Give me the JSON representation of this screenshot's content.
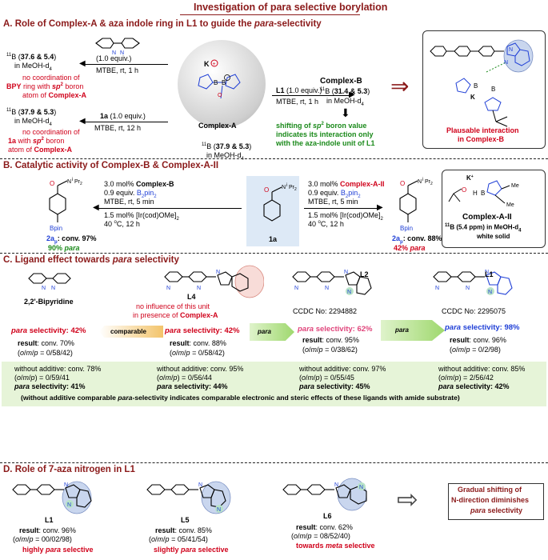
{
  "header": {
    "title": "Investigation of para selective borylation"
  },
  "sectionA": {
    "title": "A. Role of Complex-A & aza indole ring in L1 to guide the para-selectivity",
    "bpy_equiv": "(1.0 equiv.)",
    "cond1": "MTBE, rt, 1 h",
    "nmr1_a": "11B (",
    "nmr1_b": "37.6 & 5.4",
    "nmr1_c": ")",
    "nmr1_solvent": "in  MeOH-d4",
    "note1": [
      "no coordination of",
      "BPY ring with sp2 boron",
      "atom of Complex-A"
    ],
    "nmr2_b": "37.9 & 5.3",
    "nmr2_solvent": "in  MeOH-d4",
    "reag2": "1a (1.0 equiv.)",
    "cond2": "MTBE, rt, 12 h",
    "note2": [
      "no coordination of",
      "1a with sp2 boron",
      "atom of Complex-A"
    ],
    "complexA_label": "Complex-A",
    "complexA_nmr": "11B (37.9 & 5.3)",
    "complexA_solvent": "in  MeOH-d4",
    "reagL1": "L1 (1.0 equiv.)",
    "condL1": "MTBE, rt, 1 h",
    "complexB_label": "Complex-B",
    "complexB_nmr_b": "31.4 & 5.3",
    "complexB_solvent": "in  MeOH-d4",
    "shift_note": [
      "shifting of sp2 boron value",
      "indicates its interaction only",
      "with the aza-indole unit of L1"
    ],
    "plausible": [
      "Plausable interaction",
      "in Complex-B"
    ]
  },
  "sectionB": {
    "title": "B. Catalytic activity of Complex-B & Complex-A-II",
    "left_cond": [
      "3.0 mol% Complex-B",
      "0.9 equiv. B2pin2",
      "MTBE, rt, 5 min",
      "1.5 mol% [Ir(cod)OMe]2",
      "40 oC, 12 h"
    ],
    "right_cond": [
      "3.0 mol% Complex-A-II",
      "0.9 equiv. B2pin2",
      "MTBE, rt, 5 min",
      "1.5 mol% [Ir(cod)OMe]2",
      "40 oC, 12 h"
    ],
    "sub_label": "1a",
    "left_prod": "2ap: conv. 97%",
    "left_para": "90% para",
    "right_prod": "2ap: conv. 88%",
    "right_para": "42% para",
    "bpin": "Bpin",
    "amide": "NiPr2",
    "complexAII": "Complex-A-II",
    "complexAII_nmr": "11B (5.4 ppm) in  MeOH-d4",
    "complexAII_state": "white solid"
  },
  "sectionC": {
    "title": "C. Ligand effect towards para selectivity",
    "ligands": [
      {
        "name": "2,2'-Bipyridine",
        "ccdc": "",
        "sel": "para selectivity: 42%",
        "conv": "result: conv. 70%",
        "ratio": "(o/m/p = 0/58/42)"
      },
      {
        "name": "L4",
        "ccdc": "",
        "sel": "para selectivity: 42%",
        "conv": "result: conv. 88%",
        "ratio": "(o/m/p = 0/58/42)"
      },
      {
        "name": "L2",
        "ccdc": "CCDC No: 2294882",
        "sel": "para selectivity: 62%",
        "conv": "result: conv. 95%",
        "ratio": "(o/m/p = 0/38/62)"
      },
      {
        "name": "L1",
        "ccdc": "CCDC No: 2295075",
        "sel": "para selectivity: 98%",
        "conv": "result: conv. 96%",
        "ratio": "(o/m/p = 0/2/98)"
      }
    ],
    "no_influence": [
      "no influence of this unit",
      "in presence of Complex-A"
    ],
    "comparable": "comparable",
    "para_arrow": "para",
    "without": [
      {
        "conv": "without additive: conv. 78%",
        "ratio": "(o/m/p) = 0/59/41",
        "sel": "para selectivity: 41%"
      },
      {
        "conv": "without additive: conv. 95%",
        "ratio": "(o/m/p) = 0/56/44",
        "sel": "para selectivity: 44%"
      },
      {
        "conv": "without additive: conv. 97%",
        "ratio": "(o/m/p) = 0/55/45",
        "sel": "para selectivity: 45%"
      },
      {
        "conv": "without additive: conv. 85%",
        "ratio": "(o/m/p) = 2/56/42",
        "sel": "para selectivity: 42%"
      }
    ],
    "footnote": "(without additive comparable para-selectivity indicates comparable electronic and steric effects of these ligands with amide substrate)"
  },
  "sectionD": {
    "title": "D. Role of 7-aza nitrogen in L1",
    "ligands": [
      {
        "name": "L1",
        "conv": "result: conv. 96%",
        "ratio": "(o/m/p = 00/02/98)",
        "verdict": "highly para selective"
      },
      {
        "name": "L5",
        "conv": "result: conv. 85%",
        "ratio": "(o/m/p = 05/41/54)",
        "verdict": "slightly para selective"
      },
      {
        "name": "L6",
        "conv": "result: conv. 62%",
        "ratio": "(o/m/p = 08/52/40)",
        "verdict": "towards meta selective"
      }
    ],
    "conclusion": [
      "Gradual shifting of",
      "N-direction diminishes",
      "para selectivity"
    ]
  },
  "colors": {
    "maroon": "#8b1a1a",
    "red": "#d0021b",
    "blue": "#1f3fd6",
    "green": "#1b8a1b",
    "pink": "#e0457b",
    "lightgreen": "#e6f4d8"
  }
}
